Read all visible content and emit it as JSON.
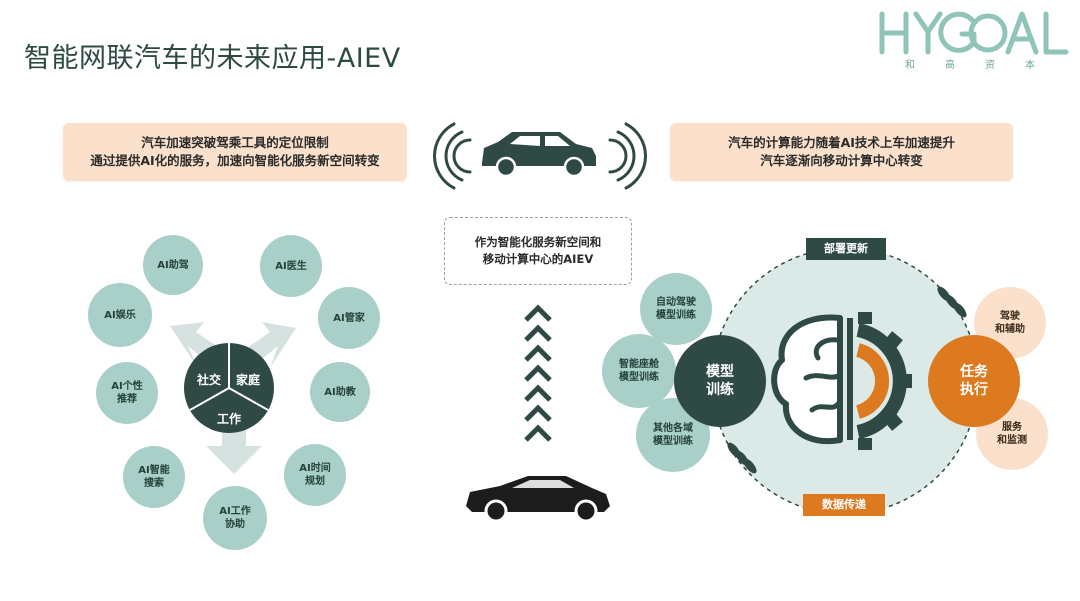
{
  "title": "智能网联汽车的未来应用-AIEV",
  "logo": {
    "text": "HYGOAL",
    "subtitle": [
      "和",
      "高",
      "资",
      "本"
    ]
  },
  "banner_left": {
    "line1": "汽车加速突破驾乘工具的定位限制",
    "line2": "通过提供AI化的服务，加速向智能化服务新空间转变"
  },
  "banner_right": {
    "line1": "汽车的计算能力随着AI技术上车加速提升",
    "line2": "汽车逐渐向移动计算中心转变"
  },
  "center_box": {
    "line1": "作为智能化服务新空间和",
    "line2": "移动计算中心的AIEV"
  },
  "hub": {
    "social": "社交",
    "home": "家庭",
    "work": "工作"
  },
  "services": [
    "AI助驾",
    "AI医生",
    "AI管家",
    "AI助教",
    "AI时间\n规划",
    "AI工作\n协助",
    "AI智能\n搜索",
    "AI个性\n推荐",
    "AI娱乐"
  ],
  "right_diagram": {
    "deploy_label": "部署更新",
    "data_label": "数据传递",
    "model_training": "模型\n训练",
    "task_execution": "任务\n执行",
    "model_items": [
      "自动驾驶\n模型训练",
      "智能座舱\n模型训练",
      "其他各域\n模型训练"
    ],
    "task_items": [
      "驾驶\n和辅助",
      "服务\n和监测"
    ]
  },
  "colors": {
    "teal_dark": "#2f4a45",
    "teal_light": "#a9cfc9",
    "orange": "#dd7a20",
    "peach": "#fbe1cc",
    "pale_teal": "#dbeae7"
  }
}
